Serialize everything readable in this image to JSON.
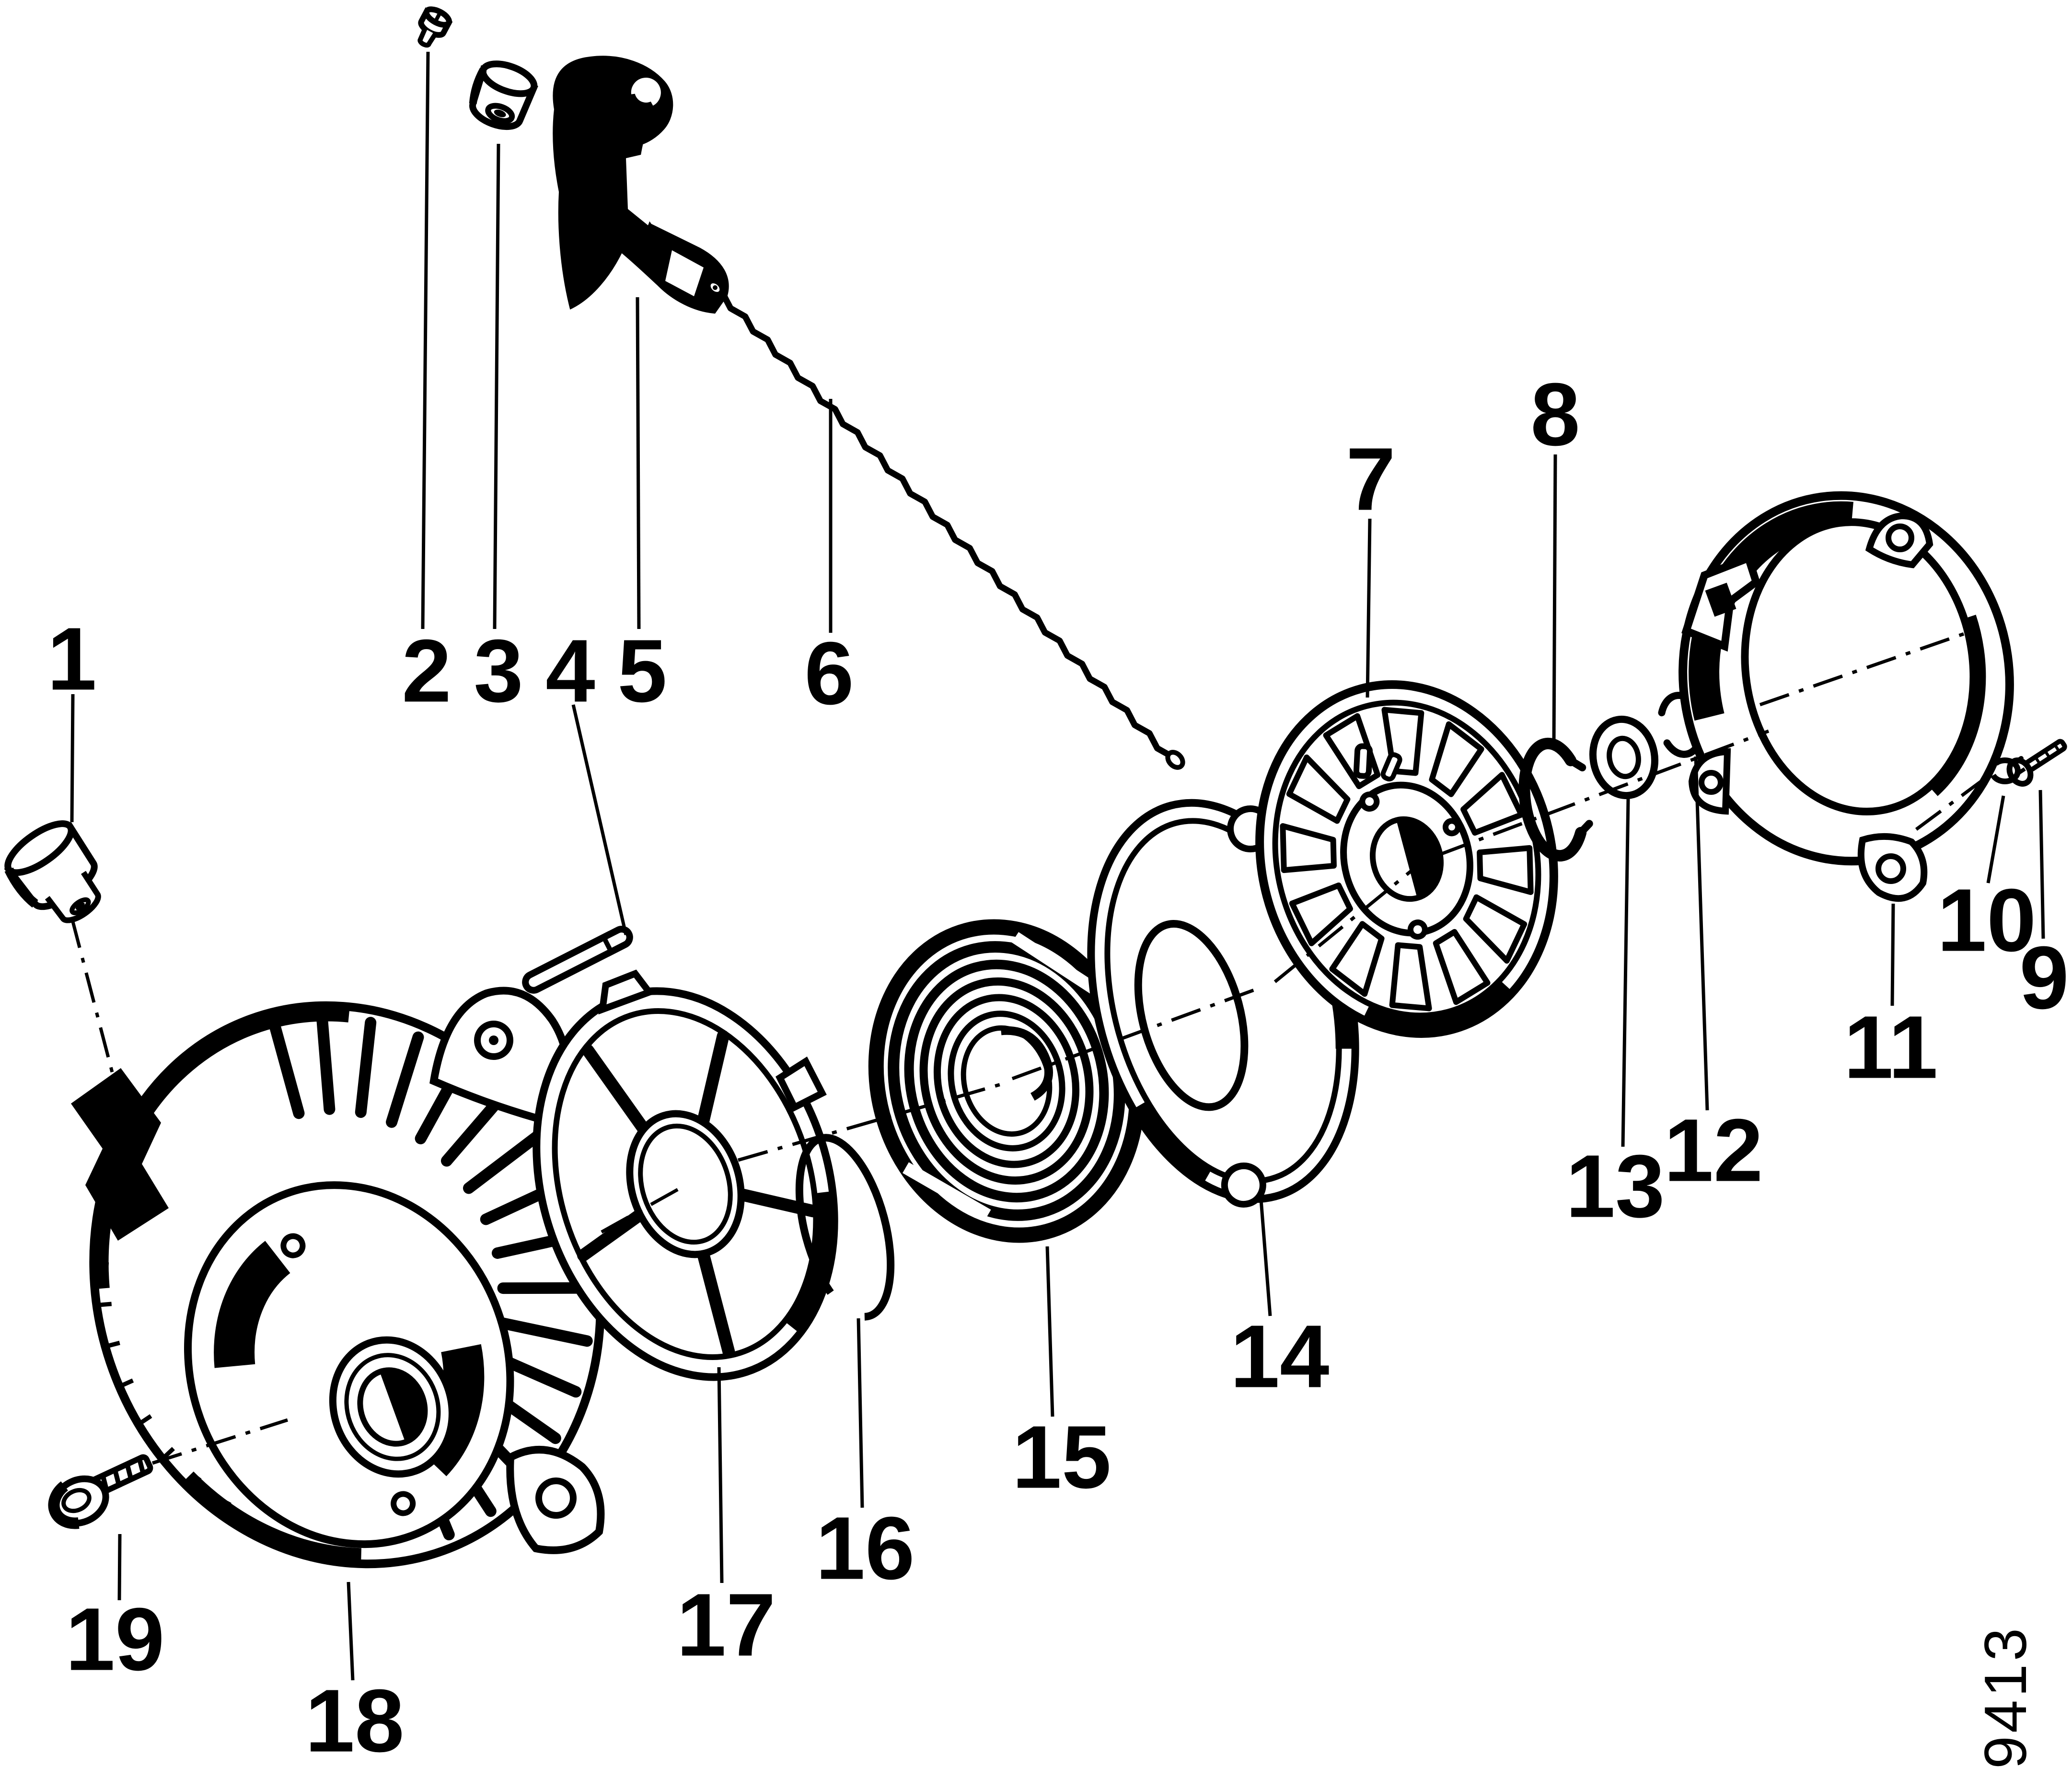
{
  "diagram": {
    "background_color": "#ffffff",
    "ink_color": "#000000",
    "sheet_number": "9413",
    "part_labels": {
      "1": "1",
      "2": "2",
      "3": "3",
      "4": "4",
      "5": "5",
      "6": "6",
      "7": "7",
      "8": "8",
      "9": "9",
      "10": "10",
      "11": "11",
      "12": "12",
      "13": "13",
      "14": "14",
      "15": "15",
      "16": "16",
      "17": "17",
      "18": "18",
      "19": "19"
    }
  }
}
